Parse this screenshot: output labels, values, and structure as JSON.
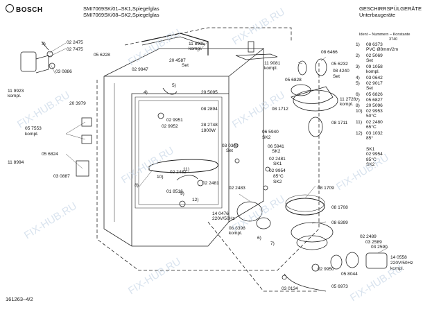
{
  "header": {
    "brand": "BOSCH",
    "models": [
      "SMI7069SK/01–SK1,Spiegelglas",
      "SMI7069SK/08–SK2,Spiegelglas"
    ],
    "category": "GESCHIRRSPÜLGERÄTE",
    "subcategory": "Unterbaugeräte"
  },
  "legend": {
    "header": "Ident – Nummern – Konstante",
    "header_number": "3740",
    "rows": [
      {
        "idx": "1)",
        "num": "08 6373",
        "desc": "PVC Ø8mm/2m"
      },
      {
        "idx": "2)",
        "num": "02 5069",
        "desc": "Set"
      },
      {
        "idx": "3)",
        "num": "09 1058",
        "desc": "kompl."
      },
      {
        "idx": "4)",
        "num": "03 0642"
      },
      {
        "idx": "5)",
        "num": "02 9017",
        "desc": "Set"
      },
      {
        "idx": "6)",
        "num": "05 6826"
      },
      {
        "idx": "7)",
        "num": "05 6827"
      },
      {
        "idx": "8)",
        "num": "20 5096"
      },
      {
        "idx": "10)",
        "num": "02 9953",
        "desc": "50°C"
      },
      {
        "idx": "11)",
        "num": "02 2480",
        "desc": "65°C"
      },
      {
        "idx": "12)",
        "num": "03 1032",
        "desc": "85°"
      },
      {
        "idx": "",
        "num": "",
        "desc": "SK1",
        "desc2": "02 9954",
        "desc3": "85°C",
        "desc4": "SK2"
      }
    ]
  },
  "labels": {
    "c3": "3)",
    "p022475a": "02 2475",
    "p022475b": "02 7475",
    "p056228": "05 6228",
    "p030886": "03 0886",
    "p119923": "11 9923",
    "kompl1": "kompl.",
    "p203979": "20 3979",
    "p057553": "05 7553",
    "kompl2": "kompl.",
    "p056824": "05 6824",
    "p118994": "11 8994",
    "p030887": "03 0887",
    "p118995": "11 8995",
    "kompl3": "kompl.",
    "p204587": "20 4587",
    "set1": "Set",
    "p029947": "02 9947",
    "c5": "5)",
    "c4": "4)",
    "p205095": "20 5095",
    "p082894": "08 2894",
    "p029951": "02 9951",
    "p029952": "02 9952",
    "p282748": "28 2748",
    "w1800": "1800W",
    "p030349": "03 0349",
    "set2": "Set",
    "p022482": "02 2482",
    "c11": "11)",
    "c10": "10)",
    "c8": "8)",
    "p022481": "02 2481",
    "p022483": "02 2483",
    "c9": "9)",
    "c12": "12)",
    "p018516": "01 8516",
    "p140476": "14 0476",
    "v220a": "220V/50Hz",
    "p086398": "08 6398",
    "kompl4": "kompl.",
    "c6": "6)",
    "c7": "7)",
    "p065940": "06 5940",
    "sk2a": "SK2",
    "p065941": "06 5941",
    "sk2b": "SK2",
    "p022481b": "02 2481",
    "sk1": "SK1",
    "p029954": "02 9954",
    "deg85": "85°C",
    "sk2c": "SK2",
    "p119081": "11 9081",
    "kompl5": "kompl.",
    "p086466": "08 6466",
    "p056232": "05 6232",
    "p084240": "08 4240",
    "set3": "Set",
    "p056828": "05 6828",
    "p112728": "11 2728",
    "kompl6": "kompl.",
    "p081712": "08 1712",
    "p081711": "08 1711",
    "p081709": "08 1709",
    "p081708": "08 1708",
    "p086399": "08 6399",
    "p022489": "02 2489",
    "p032589": "03 2589",
    "p032590": "03 2590",
    "p140558": "14 0558",
    "v220b": "220V/50Hz",
    "kompl7": "kompl.",
    "p029950": "02 9950",
    "p058044": "05 8044",
    "p056973": "05 6973",
    "p030134": "03 0134"
  },
  "footer": {
    "drawing_number": "161263–4/2"
  },
  "watermark": "FIX-HUB.RU"
}
